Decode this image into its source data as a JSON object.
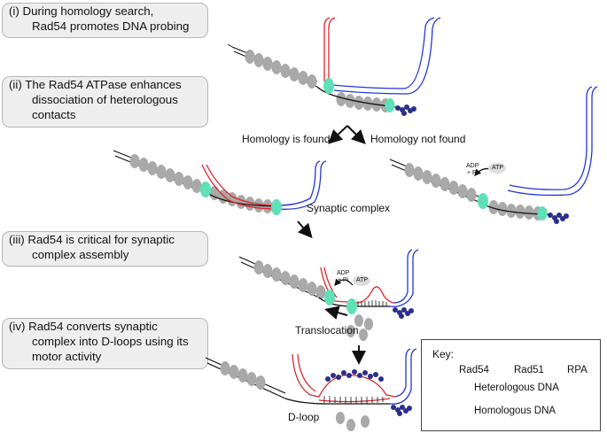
{
  "steps": [
    {
      "id": "i",
      "line1": "(i)    During homology search,",
      "line2": "Rad54 promotes DNA probing"
    },
    {
      "id": "ii",
      "line1": "(ii)  The Rad54 ATPase enhances",
      "line2": "dissociation of heterologous",
      "line3": "contacts"
    },
    {
      "id": "iii",
      "line1": "(iii)  Rad54 is critical for synaptic",
      "line2": "complex assembly"
    },
    {
      "id": "iv",
      "line1": "(iv)  Rad54 converts synaptic",
      "line2": "complex into D-loops using its",
      "line3": "motor activity"
    }
  ],
  "labels": {
    "homology_found": "Homology is found",
    "homology_not_found": "Homology not found",
    "synaptic_complex": "Synaptic complex",
    "translocation": "Translocation",
    "dloop": "D-loop",
    "adp_pi_line1": "ADP",
    "adp_pi_line2": "+ Pi",
    "atp": "ATP"
  },
  "key": {
    "title": "Key:",
    "rad54": "Rad54",
    "rad51": "Rad51",
    "rpa": "RPA",
    "heterologous": "Heterologous DNA",
    "homologous": "Homologous DNA"
  },
  "colors": {
    "rad54": "#5fe0b8",
    "rad51": "#a9a9a9",
    "rpa": "#2a2f8c",
    "heterologous": "#2236d6",
    "homologous": "#e0232a",
    "ssdna": "#111111"
  }
}
